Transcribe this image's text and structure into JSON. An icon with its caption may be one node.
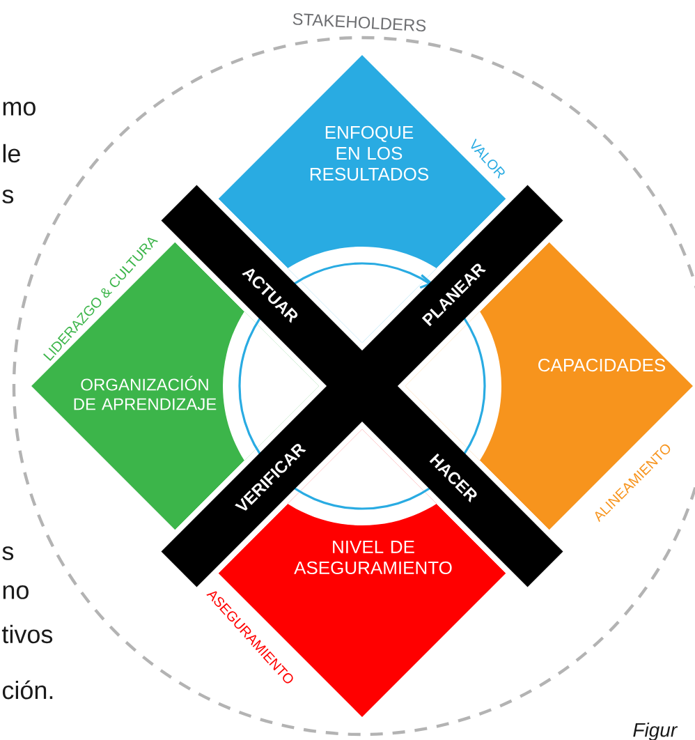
{
  "diagram": {
    "nodes": [
      {
        "text": [
          "ENFOQUE EN LOS RESULTADOS"
        ]
      },
      {
        "text": [
          "ACTUAR"
        ]
      },
      {
        "text": [
          "PLANEAR"
        ]
      },
      {
        "text": [
          "ORGANIZACIÓN DE APRENDIZAJE"
        ]
      },
      {
        "text": [
          "CAPACIDADES"
        ]
      },
      {
        "text": [
          "VERIFICAR"
        ]
      },
      {
        "text": [
          "HACER"
        ]
      },
      {
        "text": [
          "NIVEL DE ASEGURAMIENTO"
        ]
      }
    ],
    "labels": [
      "STAKEHOLDERS",
      "mo",
      "le",
      "s",
      "VALOR",
      "LIDERAZGO & CULTURA",
      "ALINEAMIENTO",
      "s",
      "no",
      "ASEGURAMIENTO",
      "tivos",
      "ción.",
      "Figur"
    ]
  }
}
